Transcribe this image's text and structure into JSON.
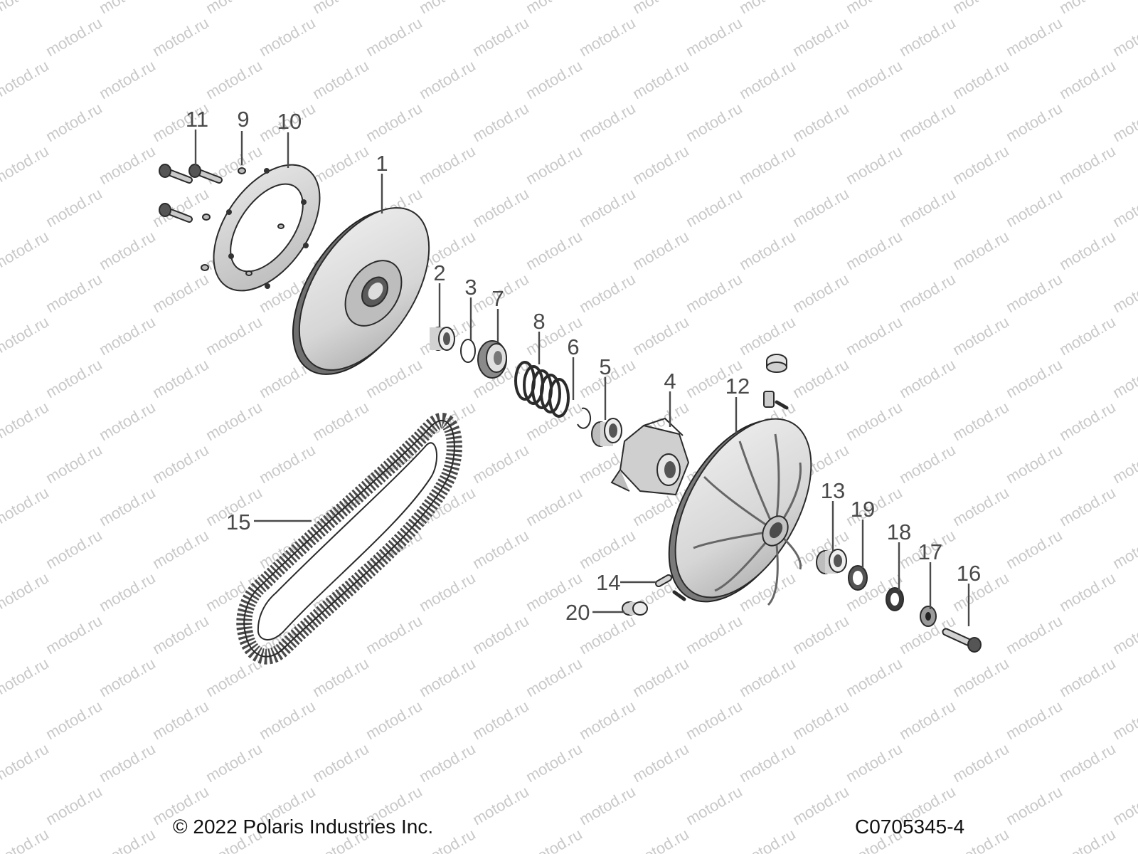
{
  "watermark": {
    "text": "motod.ru"
  },
  "footer": {
    "copyright": "© 2022 Polaris Industries Inc.",
    "drawing_number": "C0705345-4"
  },
  "callouts": [
    {
      "id": "1",
      "label": "1"
    },
    {
      "id": "2",
      "label": "2"
    },
    {
      "id": "3",
      "label": "3"
    },
    {
      "id": "4",
      "label": "4"
    },
    {
      "id": "5",
      "label": "5"
    },
    {
      "id": "6",
      "label": "6"
    },
    {
      "id": "7",
      "label": "7"
    },
    {
      "id": "8",
      "label": "8"
    },
    {
      "id": "9",
      "label": "9"
    },
    {
      "id": "10",
      "label": "10"
    },
    {
      "id": "11",
      "label": "11"
    },
    {
      "id": "12",
      "label": "12"
    },
    {
      "id": "13",
      "label": "13"
    },
    {
      "id": "14",
      "label": "14"
    },
    {
      "id": "15",
      "label": "15"
    },
    {
      "id": "16",
      "label": "16"
    },
    {
      "id": "17",
      "label": "17"
    },
    {
      "id": "18",
      "label": "18"
    },
    {
      "id": "19",
      "label": "19"
    },
    {
      "id": "20",
      "label": "20"
    }
  ]
}
